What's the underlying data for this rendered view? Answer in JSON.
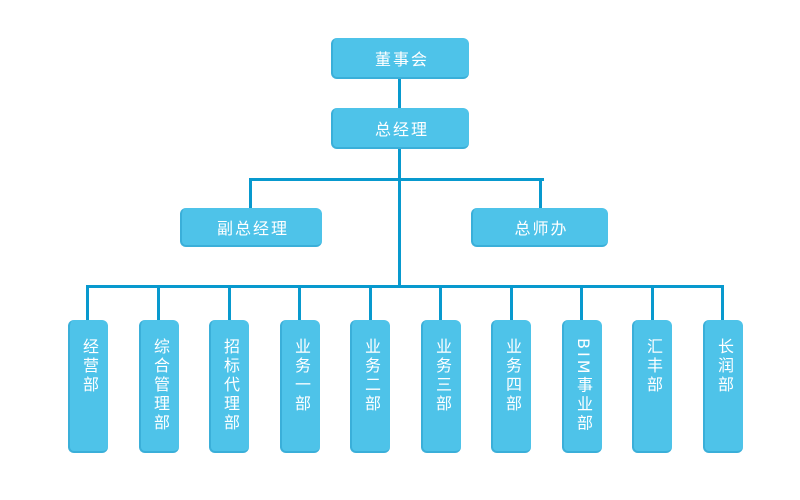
{
  "org": {
    "root": {
      "label": "董事会"
    },
    "gm": {
      "label": "总经理"
    },
    "level3": [
      {
        "label": "副总经理"
      },
      {
        "label": "总师办"
      }
    ],
    "departments": [
      {
        "label": "经营部"
      },
      {
        "label": "综合管理部"
      },
      {
        "label": "招标代理部"
      },
      {
        "label": "业务一部"
      },
      {
        "label": "业务二部"
      },
      {
        "label": "业务三部"
      },
      {
        "label": "业务四部"
      },
      {
        "label": "BIM事业部"
      },
      {
        "label": "汇丰部"
      },
      {
        "label": "长润部"
      }
    ]
  },
  "colors": {
    "node_fill": "#4EC3E9",
    "node_edge": "#3AAFD9",
    "connector": "#0899CE",
    "node_text": "#FFFFFF",
    "background": "#FFFFFF"
  }
}
